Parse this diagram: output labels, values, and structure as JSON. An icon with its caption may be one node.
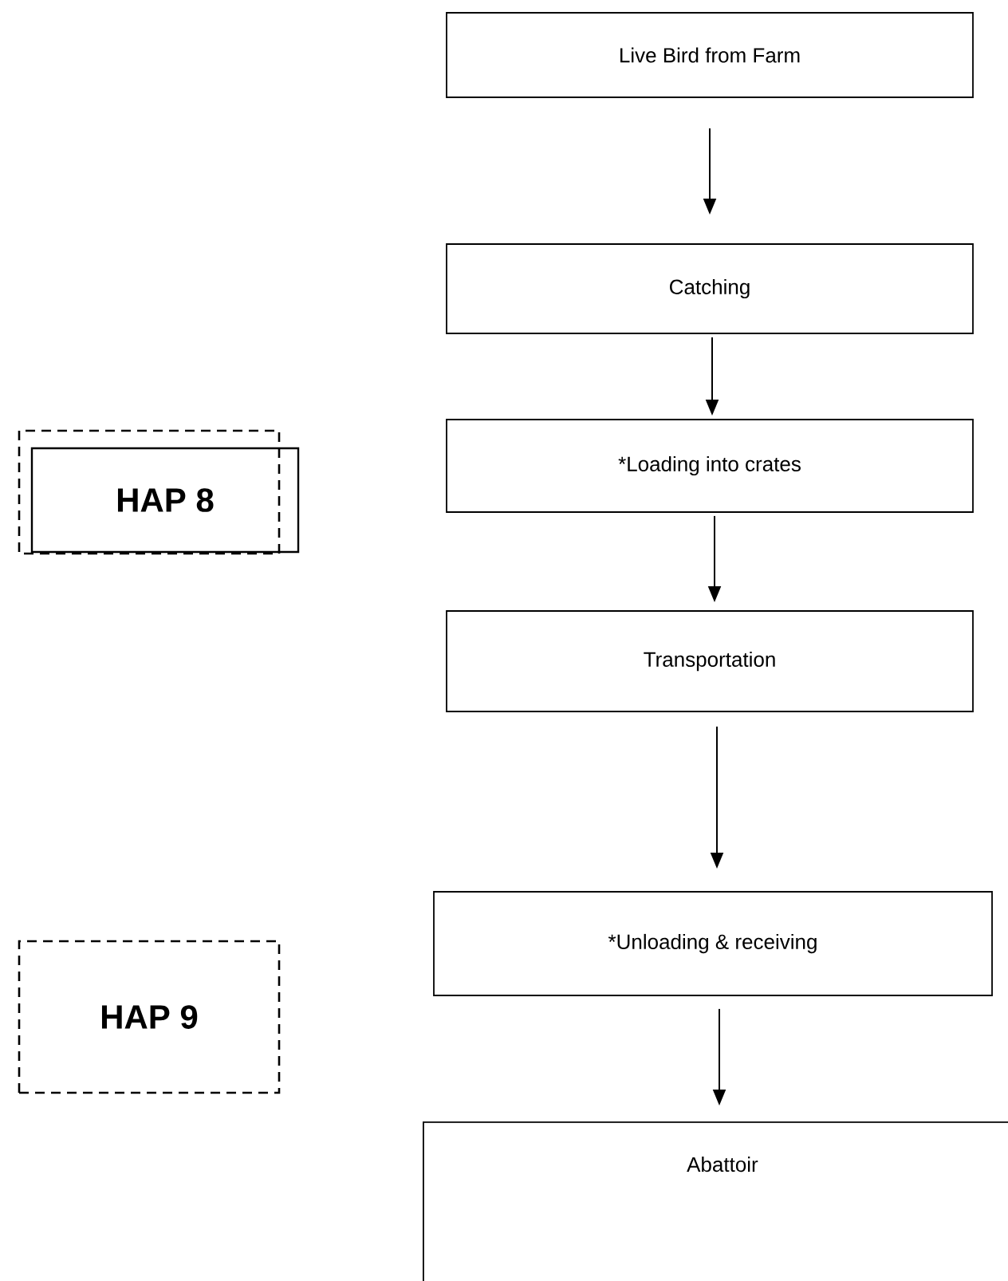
{
  "diagram": {
    "nodes": [
      {
        "text": [
          "Live Bird from Farm"
        ]
      },
      {
        "text": [
          "Catching"
        ]
      },
      {
        "text": [
          "*Loading into crates"
        ]
      },
      {
        "text": [
          "Transportation"
        ]
      },
      {
        "text": [
          "*Unloading & receiving"
        ]
      },
      {
        "text": [
          "Abattoir"
        ]
      },
      {
        "text": [
          "HAP 8"
        ]
      },
      {
        "text": [
          "HAP 9"
        ]
      }
    ],
    "edges": [
      {
        "from": 0,
        "to": 1,
        "arrow": "to"
      },
      {
        "from": 1,
        "to": 2,
        "arrow": "to"
      },
      {
        "from": 2,
        "to": 3,
        "arrow": "to"
      },
      {
        "from": 3,
        "to": 4,
        "arrow": "to"
      },
      {
        "from": 4,
        "to": 5,
        "arrow": "to"
      }
    ]
  }
}
